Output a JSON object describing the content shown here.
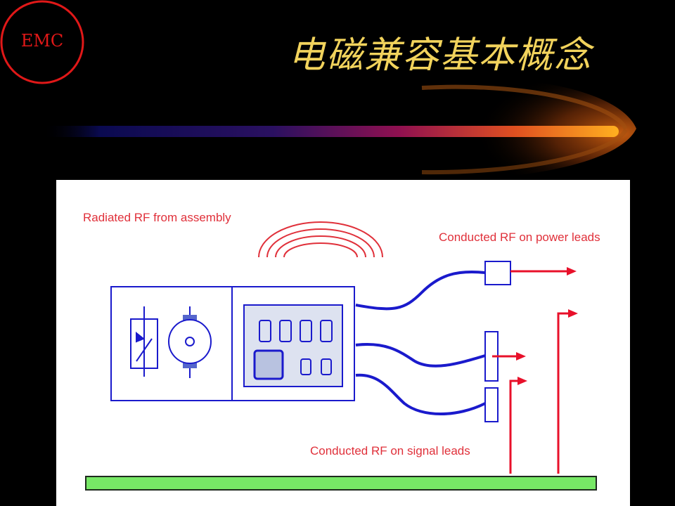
{
  "logo": {
    "text": "EMC",
    "color": "#e01818"
  },
  "slide": {
    "title": "电磁兼容基本概念",
    "title_color": "#f2d35c"
  },
  "diagram": {
    "labels": {
      "radiated": "Radiated RF from assembly",
      "power": "Conducted RF on power leads",
      "signal": "Conducted RF on signal leads"
    },
    "colors": {
      "blue": "#1a1acc",
      "red": "#e0303a",
      "arrow": "#e8102a",
      "ground": "#77e866",
      "panel_fill": "#dde2f0"
    },
    "icons": [
      "switch-icon",
      "motor-icon",
      "ic-chip-icon"
    ]
  }
}
